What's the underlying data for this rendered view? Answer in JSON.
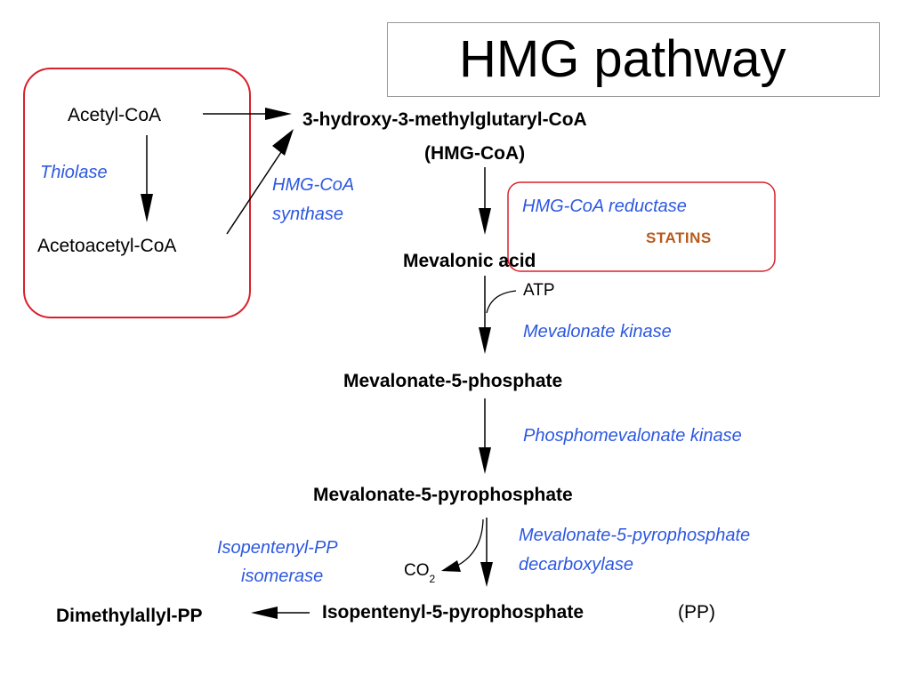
{
  "title": "HMG pathway",
  "metabolites": {
    "acetyl_coa": "Acetyl-CoA",
    "acetoacetyl_coa": "Acetoacetyl-CoA",
    "hmg_coa_full": "3-hydroxy-3-methylglutaryl-CoA",
    "hmg_coa_short": "(HMG-CoA)",
    "mevalonic_acid": "Mevalonic acid",
    "mevalonate_5p": "Mevalonate-5-phosphate",
    "mevalonate_5pp": "Mevalonate-5-pyrophosphate",
    "isopentenyl_5pp": "Isopentenyl-5-pyrophosphate",
    "isopentenyl_pp_abbrev": "(PP)",
    "dimethylallyl_pp": "Dimethylallyl-PP"
  },
  "enzymes": {
    "thiolase": "Thiolase",
    "hmg_coa_synthase_line1": "HMG-CoA",
    "hmg_coa_synthase_line2": "synthase",
    "hmg_coa_reductase": "HMG-CoA reductase",
    "mevalonate_kinase": "Mevalonate kinase",
    "phosphomevalonate_kinase": "Phosphomevalonate kinase",
    "decarboxylase_line1": "Mevalonate-5-pyrophosphate",
    "decarboxylase_line2": "decarboxylase",
    "isomerase_line1": "Isopentenyl-PP",
    "isomerase_line2": "isomerase"
  },
  "cofactors": {
    "atp": "ATP",
    "co2_main": "CO",
    "co2_sub": "2"
  },
  "inhibitor": "STATINS"
}
